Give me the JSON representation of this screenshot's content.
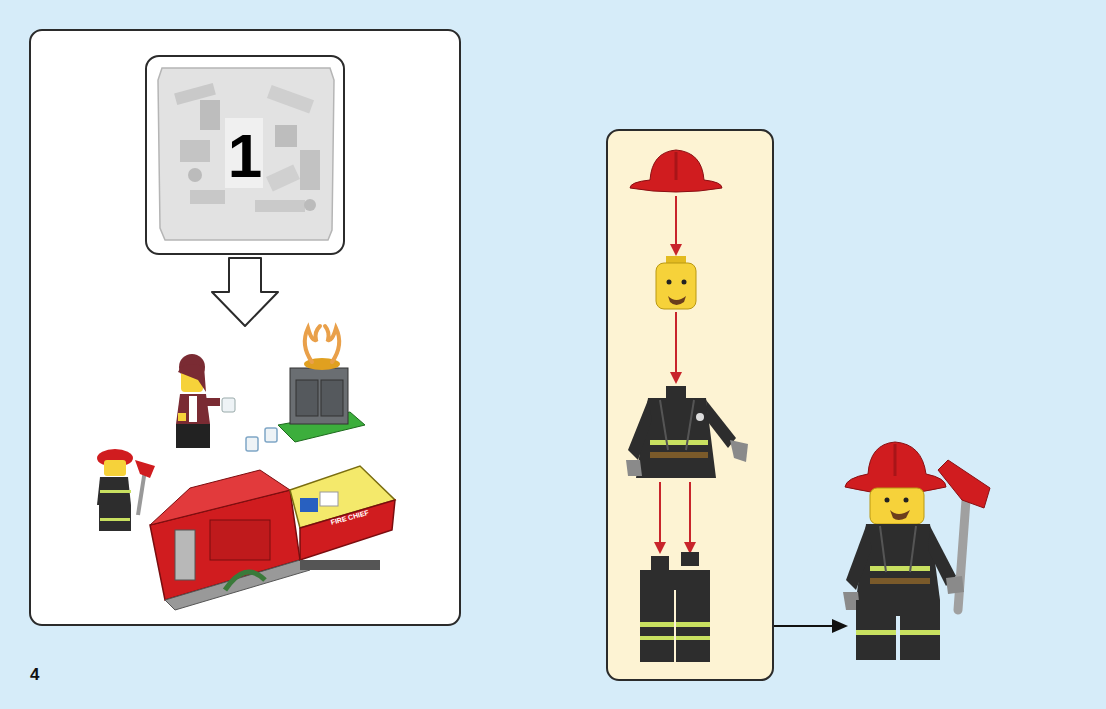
{
  "diagram": {
    "nodes": [
      {
        "text": [
          "1"
        ]
      }
    ],
    "labels": [
      "FIRE CHIEF",
      "4"
    ]
  }
}
